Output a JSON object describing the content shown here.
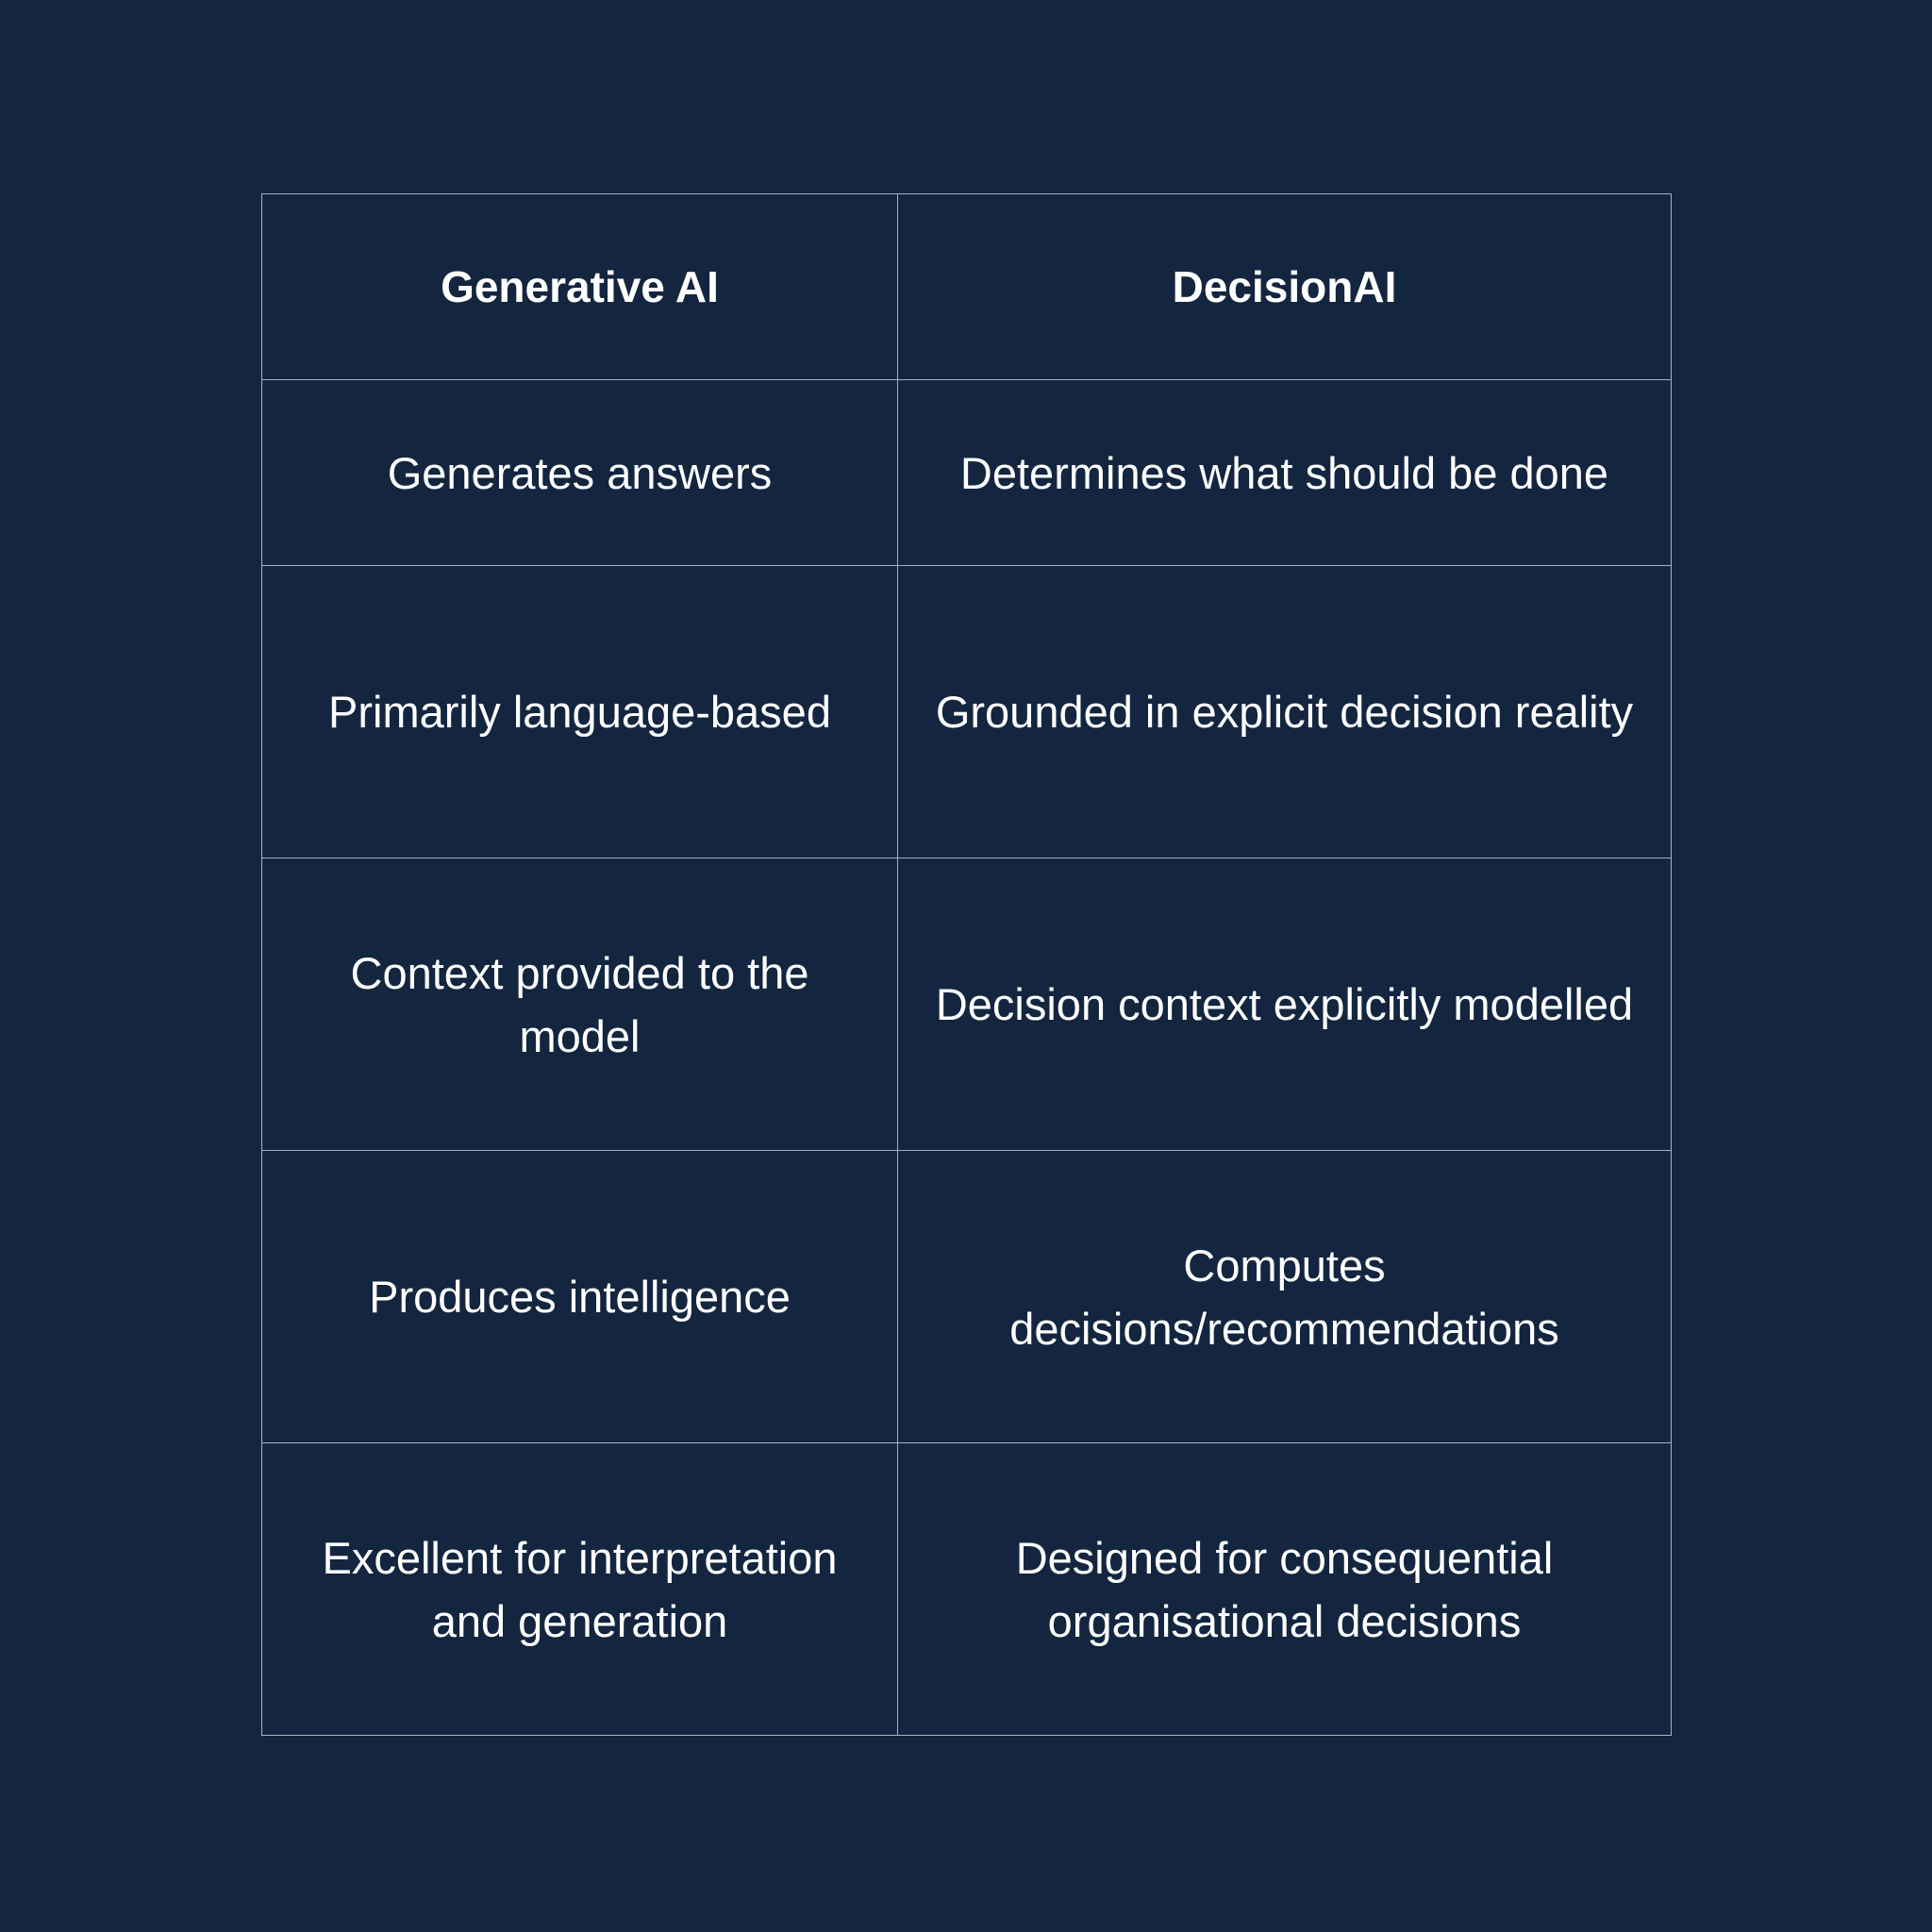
{
  "table": {
    "headers": [
      "Generative AI",
      "DecisionAI"
    ],
    "rows": [
      [
        "Generates answers",
        "Determines what should be done"
      ],
      [
        "Primarily language-based",
        "Grounded in explicit decision reality"
      ],
      [
        "Context provided to the model",
        "Decision context explicitly modelled"
      ],
      [
        "Produces intelligence",
        "Computes decisions/recommendations"
      ],
      [
        "Excellent for interpretation and generation",
        "Designed for consequential organisational decisions"
      ]
    ]
  },
  "colors": {
    "background": "#14263f",
    "border": "#aab1bc",
    "text": "#ffffff"
  }
}
